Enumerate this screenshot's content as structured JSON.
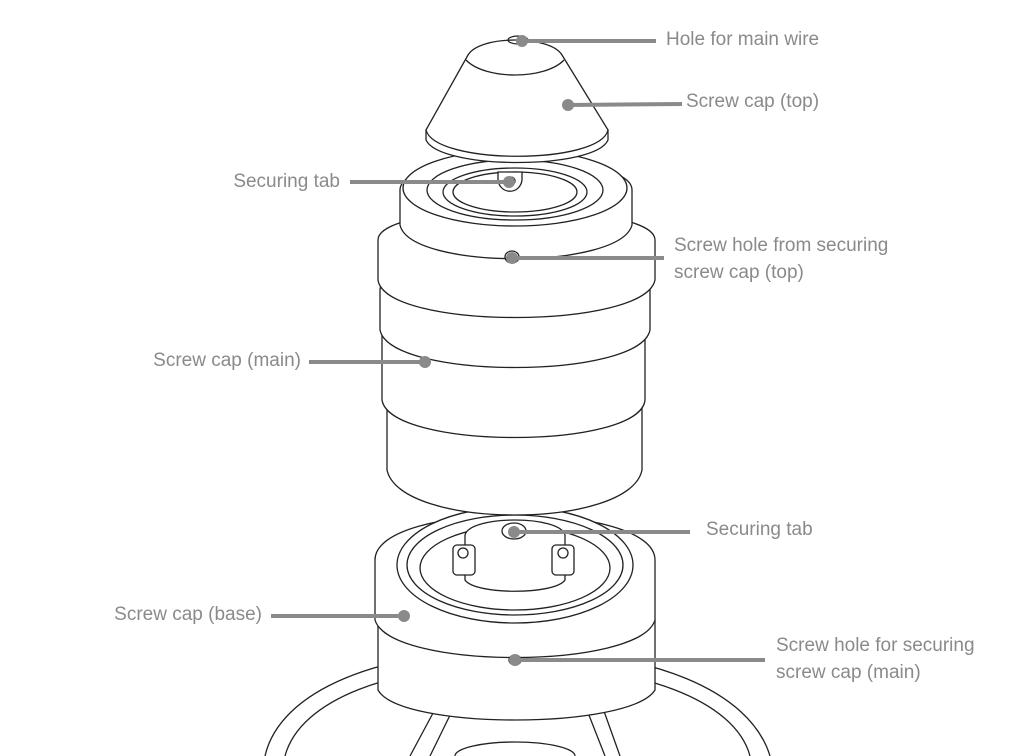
{
  "title": "Exploded view of screw caps",
  "labels": {
    "hole_main_wire": "Hole for main wire",
    "screw_cap_top": "Screw cap (top)",
    "securing_tab_top": "Securing tab",
    "screw_hole_top_1": "Screw hole from securing",
    "screw_hole_top_2": "screw cap (top)",
    "screw_cap_main": "Screw cap (main)",
    "securing_tab_base": "Securing tab",
    "screw_cap_base": "Screw cap (base)",
    "screw_hole_main_1": "Screw hole for securing",
    "screw_hole_main_2": "screw cap (main)"
  },
  "colors": {
    "callout": "#8a8a8a",
    "line": "#222222"
  }
}
